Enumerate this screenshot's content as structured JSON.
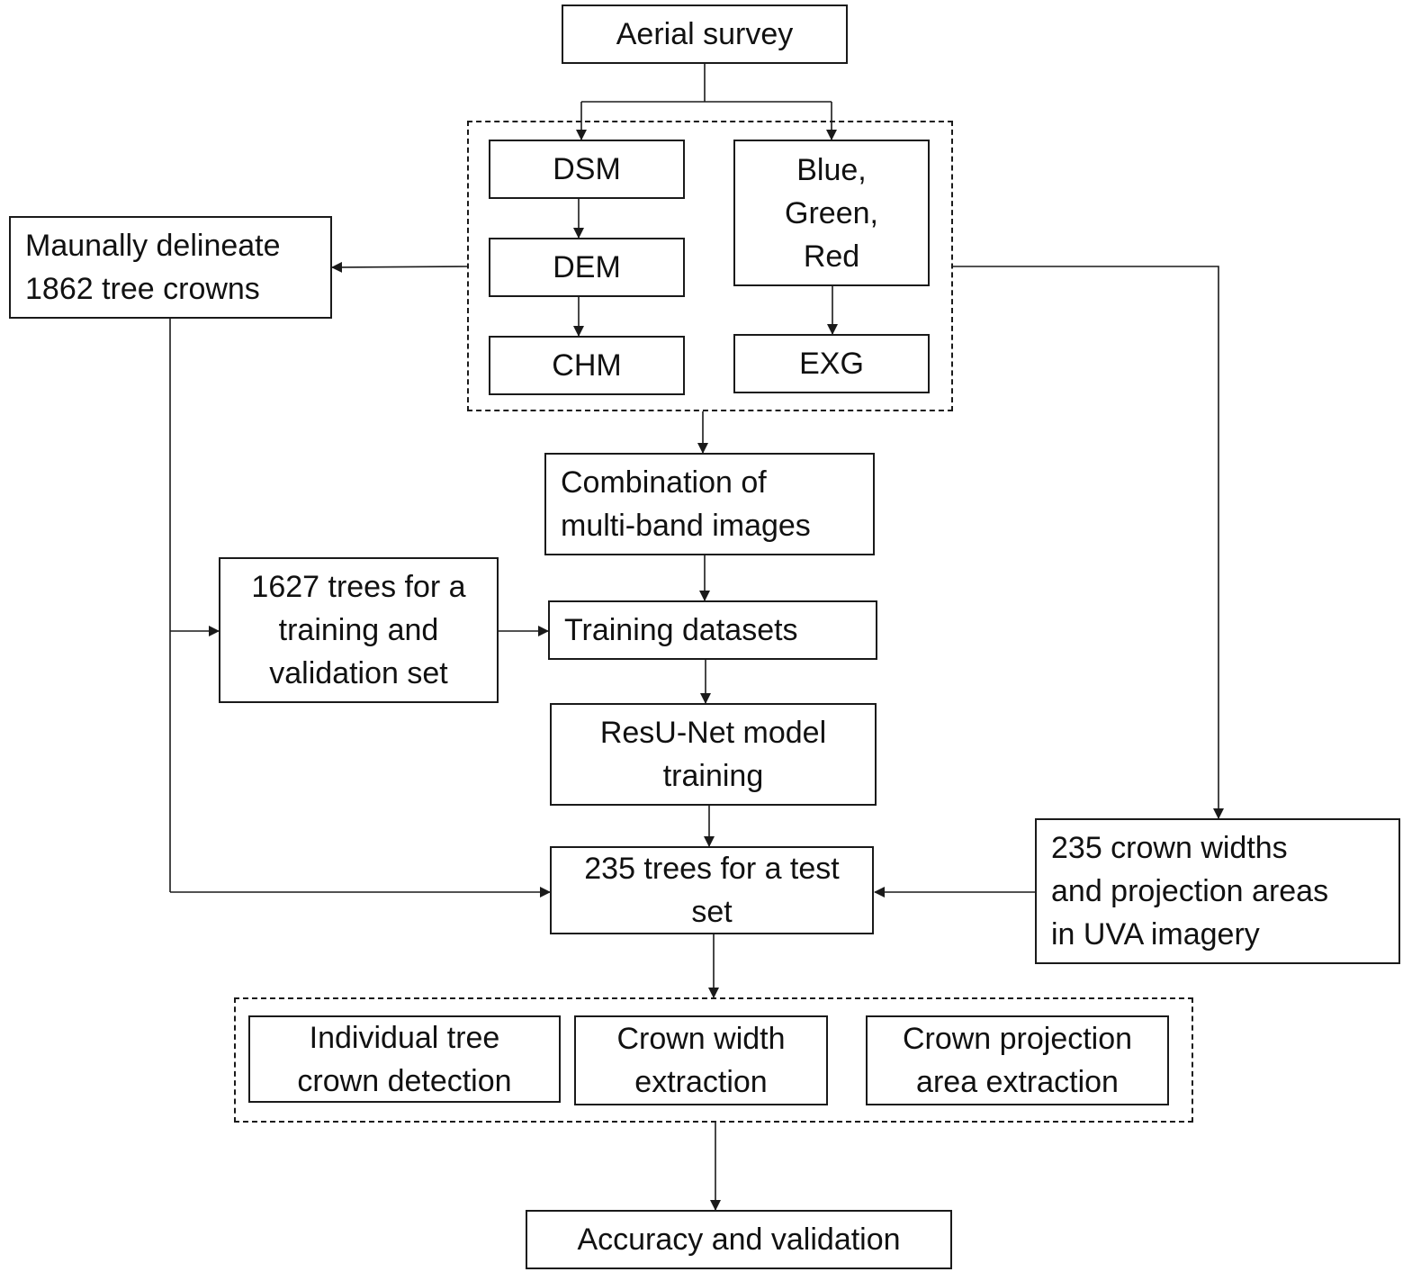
{
  "diagram": {
    "nodes": {
      "aerial_survey": [
        "Aerial survey"
      ],
      "dsm": [
        "DSM"
      ],
      "dem": [
        "DEM"
      ],
      "chm": [
        "CHM"
      ],
      "rgb": [
        "Blue,",
        "Green,",
        "Red"
      ],
      "exg": [
        "EXG"
      ],
      "manual": [
        "Maunally delineate",
        "1862 tree crowns"
      ],
      "combination": [
        "Combination of",
        "multi-band images"
      ],
      "train_val": [
        "1627 trees for a",
        "training and",
        "validation set"
      ],
      "training_datasets": [
        "Training datasets"
      ],
      "resunet": [
        "ResU-Net model",
        "training"
      ],
      "test_set": [
        "235 trees for a test",
        "set"
      ],
      "crown_widths": [
        "235 crown widths",
        "and projection areas",
        "in UVA imagery"
      ],
      "detection": [
        "Individual tree",
        "crown detection"
      ],
      "width_extraction": [
        "Crown width",
        "extraction"
      ],
      "area_extraction": [
        "Crown projection",
        "area extraction"
      ],
      "accuracy": [
        "Accuracy and validation"
      ]
    }
  }
}
